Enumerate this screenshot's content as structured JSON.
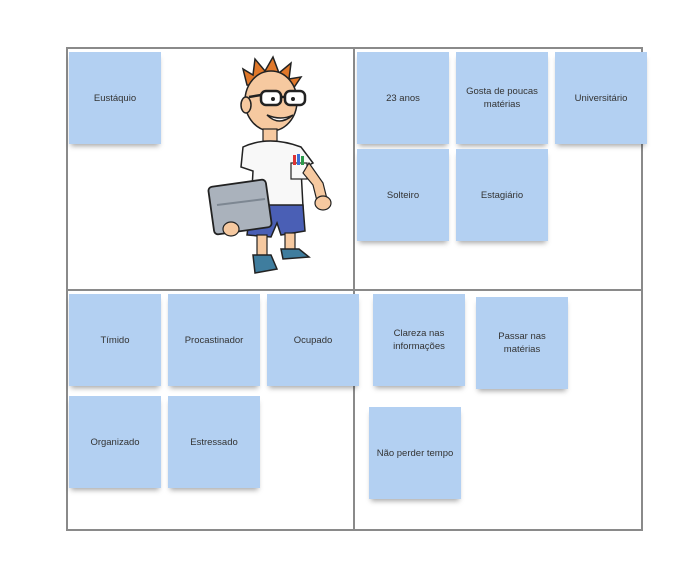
{
  "colors": {
    "note": "#b3d0f2",
    "frame": "#8a8a8a",
    "background": "#ffffff"
  },
  "persona": {
    "illustration": "cartoon-student-with-laptop-icon"
  },
  "notes": {
    "name": "Eustáquio",
    "age": "23 anos",
    "likes": "Gosta de poucas matérias",
    "occupation": "Universitário",
    "status": "Solteiro",
    "job": "Estagiário",
    "shy": "Tímido",
    "procrastinator": "Procastinador",
    "busy": "Ocupado",
    "organized": "Organizado",
    "stressed": "Estressado",
    "clarity": "Clareza nas informações",
    "pass": "Passar nas matérias",
    "time": "Não perder tempo"
  }
}
